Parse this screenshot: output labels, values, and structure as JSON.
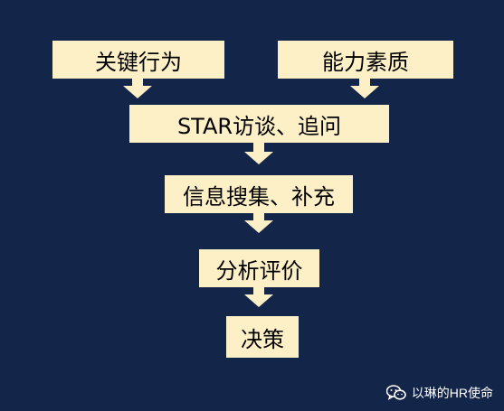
{
  "diagram": {
    "box_key_behavior": "关键行为",
    "box_competency": "能力素质",
    "box_star_interview": "STAR访谈、追问",
    "box_info_collection": "信息搜集、补充",
    "box_analysis": "分析评价",
    "box_decision": "决策"
  },
  "watermark": {
    "icon": "wechat-icon",
    "text": "以琳的HR使命"
  },
  "colors": {
    "background": "#14254a",
    "box_fill": "#fdf0c6",
    "text": "#000000",
    "watermark_text": "#ffffff"
  }
}
